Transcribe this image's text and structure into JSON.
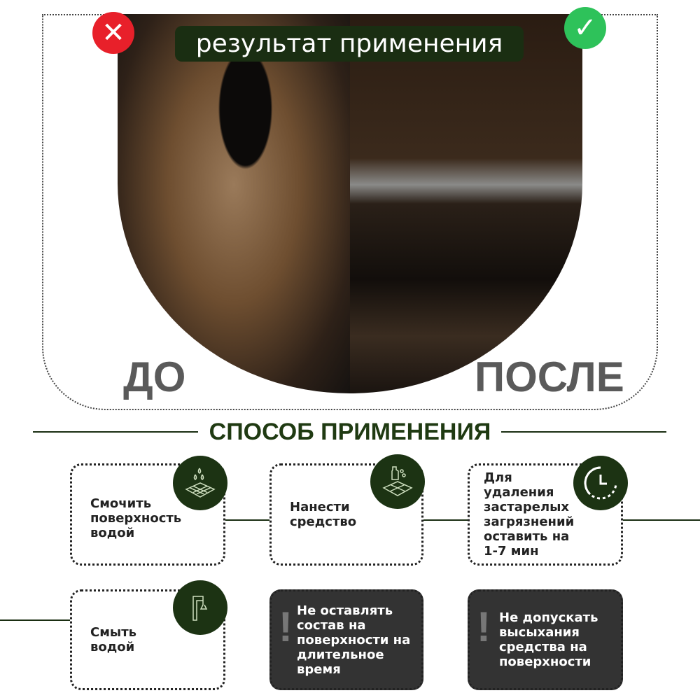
{
  "header": {
    "title": "результат применения",
    "before_label": "ДО",
    "after_label": "ПОСЛЕ",
    "bad_icon": "cross-icon",
    "good_icon": "check-icon",
    "bad_color": "#e8202a",
    "good_color": "#2ec25a"
  },
  "section": {
    "title": "СПОСОБ ПРИМЕНЕНИЯ"
  },
  "steps": [
    {
      "text": "Смочить поверхность водой",
      "icon": "water-drops-tile-icon"
    },
    {
      "text": "Нанести средство",
      "icon": "spray-bottle-tile-icon"
    },
    {
      "text": "Для удаления застарелых загрязнений оставить на 1-7 мин",
      "icon": "clock-icon"
    },
    {
      "text": "Смыть водой",
      "icon": "faucet-icon"
    }
  ],
  "warnings": [
    {
      "text": "Не оставлять состав на поверхности на длительное время",
      "mark": "!"
    },
    {
      "text": "Не допускать высыхания средства на поверхности",
      "mark": "!"
    }
  ]
}
